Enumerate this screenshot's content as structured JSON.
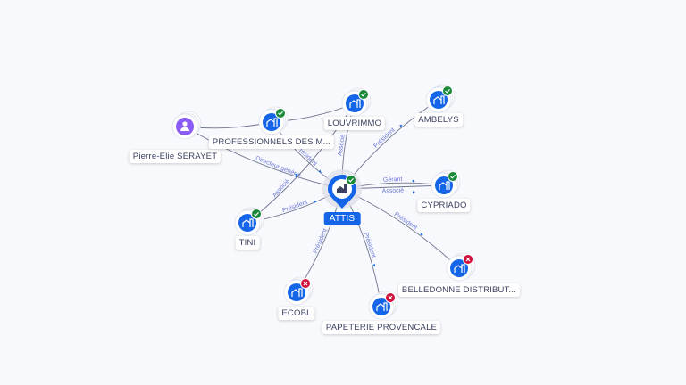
{
  "colors": {
    "accent": "#1565e8",
    "person": "#8b5cf6",
    "active": "#1a8a3a",
    "inactive": "#d0103a",
    "edge": "#6e7590",
    "edge_label": "#6b78d8"
  },
  "nodes": [
    {
      "id": "attis",
      "label": "ATTIS",
      "type": "company",
      "status": "active",
      "main": true
    },
    {
      "id": "pierre",
      "label": "Pierre-Elie SERAYET",
      "type": "person",
      "status": "none"
    },
    {
      "id": "prof",
      "label": "PROFESSIONNELS DES M...",
      "type": "company",
      "status": "active"
    },
    {
      "id": "louvrimmo",
      "label": "LOUVRIMMO",
      "type": "company",
      "status": "active"
    },
    {
      "id": "ambelys",
      "label": "AMBELYS",
      "type": "company",
      "status": "active"
    },
    {
      "id": "cypriado",
      "label": "CYPRIADO",
      "type": "company",
      "status": "active"
    },
    {
      "id": "tini",
      "label": "TINI",
      "type": "company",
      "status": "active"
    },
    {
      "id": "ecobl",
      "label": "ECOBL",
      "type": "company",
      "status": "inactive"
    },
    {
      "id": "papeterie",
      "label": "PAPETERIE PROVENCALE",
      "type": "company",
      "status": "inactive"
    },
    {
      "id": "belledonne",
      "label": "BELLEDONNE DISTRIBUT...",
      "type": "company",
      "status": "inactive"
    }
  ],
  "edges": [
    {
      "from": "pierre",
      "to": "attis",
      "label": "Directeur général"
    },
    {
      "from": "pierre",
      "to": "prof",
      "label": ""
    },
    {
      "from": "prof",
      "to": "louvrimmo",
      "label": ""
    },
    {
      "from": "prof",
      "to": "attis",
      "label": "Président"
    },
    {
      "from": "tini",
      "to": "louvrimmo",
      "label": "Associé"
    },
    {
      "from": "tini",
      "to": "attis",
      "label": "Président"
    },
    {
      "from": "louvrimmo",
      "to": "attis",
      "label": "Associé"
    },
    {
      "from": "ambelys",
      "to": "attis",
      "label": "Président"
    },
    {
      "from": "cypriado",
      "to": "attis",
      "label": "Gérant"
    },
    {
      "from": "cypriado",
      "to": "attis",
      "label": "Associé",
      "offset": true
    },
    {
      "from": "belledonne",
      "to": "attis",
      "label": "Président"
    },
    {
      "from": "ecobl",
      "to": "attis",
      "label": "Président"
    },
    {
      "from": "papeterie",
      "to": "attis",
      "label": "Président"
    }
  ]
}
